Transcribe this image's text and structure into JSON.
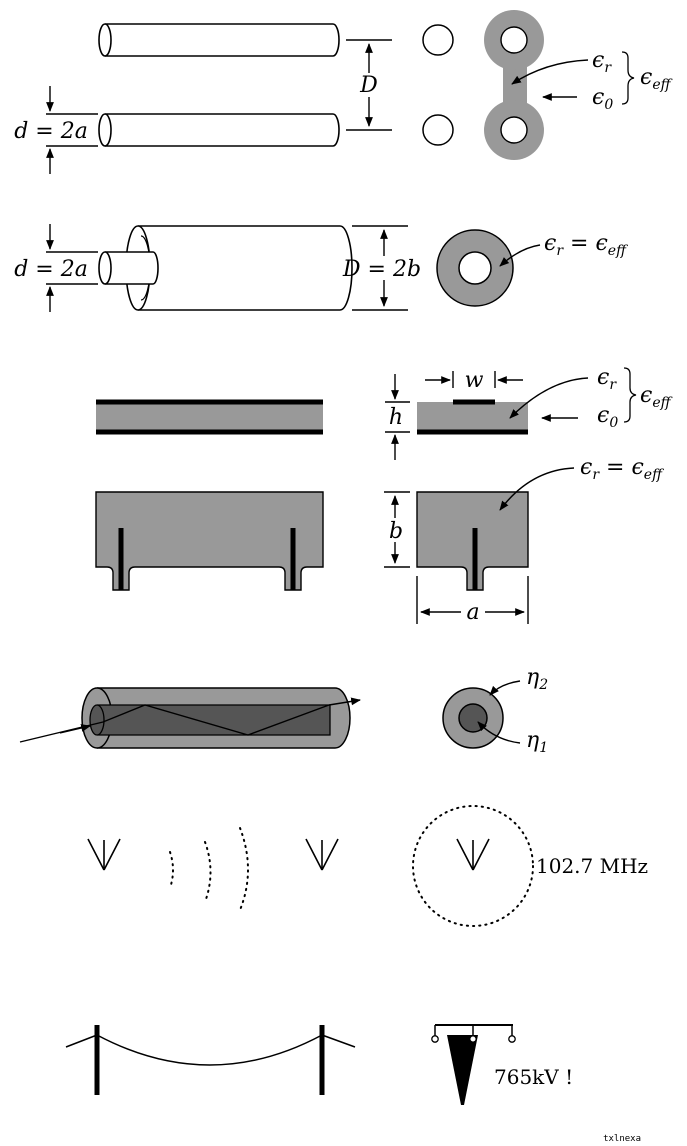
{
  "colors": {
    "dielectric": "#999999",
    "core": "#555555",
    "ink": "#000000",
    "background": "#ffffff"
  },
  "twin_lead": {
    "d_label": "d = 2a",
    "D_label": "D",
    "eps_r_label": "ϵ",
    "eps_r_sub": "r",
    "eps_0_label": "ϵ",
    "eps_0_sub": "0",
    "eps_eff_label": "ϵ",
    "eps_eff_sub": "eff"
  },
  "coax": {
    "d_label": "d = 2a",
    "D_label": "D = 2b",
    "eps_label": "ϵ",
    "eps_sub": "r",
    "eq": " = ϵ",
    "eff_sub": "eff"
  },
  "microstrip": {
    "w_label": "w",
    "h_label": "h",
    "eps_r_label": "ϵ",
    "eps_r_sub": "r",
    "eps_0_label": "ϵ",
    "eps_0_sub": "0",
    "eps_eff_label": "ϵ",
    "eps_eff_sub": "eff"
  },
  "waveguide": {
    "b_label": "b",
    "a_label": "a",
    "eps_label": "ϵ",
    "eps_sub": "r",
    "eq": " = ϵ",
    "eff_sub": "eff"
  },
  "fiber": {
    "eta2_label": "η",
    "eta2_sub": "2",
    "eta1_label": "η",
    "eta1_sub": "1"
  },
  "radio": {
    "frequency_label": "102.7 MHz"
  },
  "power": {
    "voltage_label": "765kV !"
  },
  "footer": {
    "tag": "txlnexa"
  }
}
